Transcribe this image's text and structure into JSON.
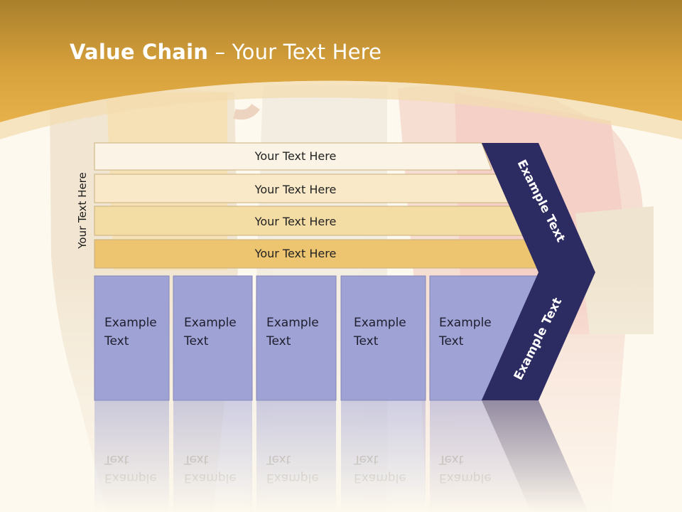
{
  "title": {
    "bold": "Value Chain",
    "rest": " – Your Text Here"
  },
  "side_label": "Your Text Here",
  "bars": [
    "Your Text Here",
    "Your Text Here",
    "Your Text Here",
    "Your Text Here"
  ],
  "cells": [
    [
      "Example",
      "Text"
    ],
    [
      "Example",
      "Text"
    ],
    [
      "Example",
      "Text"
    ],
    [
      "Example",
      "Text"
    ],
    [
      "Example",
      "Text"
    ]
  ],
  "chevron_labels": {
    "upper": "Example Text",
    "lower": "Example Text"
  },
  "colors": {
    "header_gold": "#e3aa3b",
    "header_dark": "#a9802c",
    "bar_fills": [
      "#fbf4e6",
      "#f9e9c8",
      "#f4dda5",
      "#edc571"
    ],
    "cell_fill": "#9fa2d4",
    "chevron_fill": "#2d2c62"
  }
}
